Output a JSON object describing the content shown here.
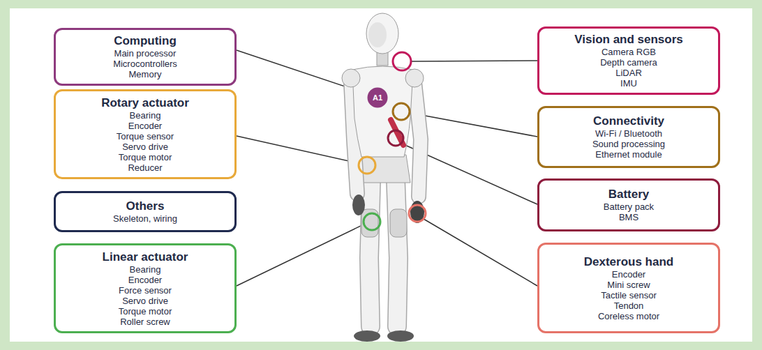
{
  "diagram": {
    "nodes": [
      {
        "text": [
          "Computing",
          "Main processor",
          "Microcontrollers",
          "Memory"
        ]
      },
      {
        "text": [
          "Vision and sensors",
          "Camera RGB",
          "Depth camera",
          "LiDAR",
          "IMU"
        ]
      },
      {
        "text": [
          "Rotary actuator",
          "Bearing",
          "Encoder",
          "Torque sensor",
          "Servo drive",
          "Torque motor",
          "Reducer"
        ]
      },
      {
        "text": [
          "Connectivity",
          "Wi-Fi / Bluetooth",
          "Sound processing",
          "Ethernet module"
        ]
      },
      {
        "text": [
          "Others",
          "Skeleton, wiring"
        ]
      },
      {
        "text": [
          "Battery",
          "Battery pack",
          "BMS"
        ]
      },
      {
        "text": [
          "Linear actuator",
          "Bearing",
          "Encoder",
          "Force sensor",
          "Servo drive",
          "Torque motor",
          "Roller screw"
        ]
      },
      {
        "text": [
          "Dexterous hand",
          "Encoder",
          "Mini screw",
          "Tactile sensor",
          "Tendon",
          "Coreless motor"
        ]
      }
    ],
    "labels": [
      "A1"
    ]
  }
}
